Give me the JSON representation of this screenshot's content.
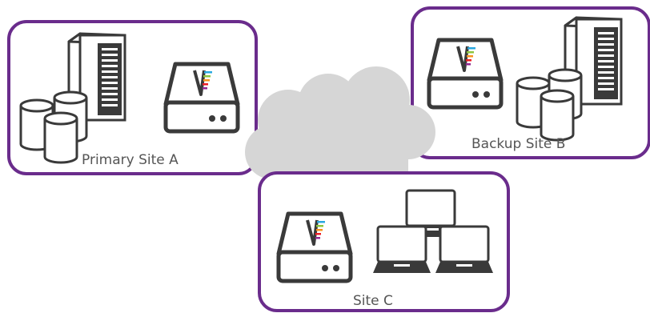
{
  "sites": {
    "primary": {
      "label": "Primary Site A"
    },
    "backup": {
      "label": "Backup Site B"
    },
    "site_c": {
      "label": "Site C"
    }
  },
  "colors": {
    "site_border": "#6a2c8c",
    "device_stroke": "#3a3a3a",
    "cloud_fill": "#d6d6d6",
    "label_text": "#555555",
    "logo_bars": [
      "#29a8e0",
      "#8dc63f",
      "#f7931e",
      "#ed1c24",
      "#92278f"
    ]
  },
  "icons": {
    "primary": [
      "server-tower-icon",
      "database-stack-icon",
      "backup-appliance-icon"
    ],
    "backup": [
      "backup-appliance-icon",
      "server-tower-icon",
      "database-stack-icon"
    ],
    "site_c": [
      "backup-appliance-icon",
      "laptop-icon",
      "laptop-icon",
      "laptop-icon"
    ],
    "network": "cloud-icon"
  }
}
